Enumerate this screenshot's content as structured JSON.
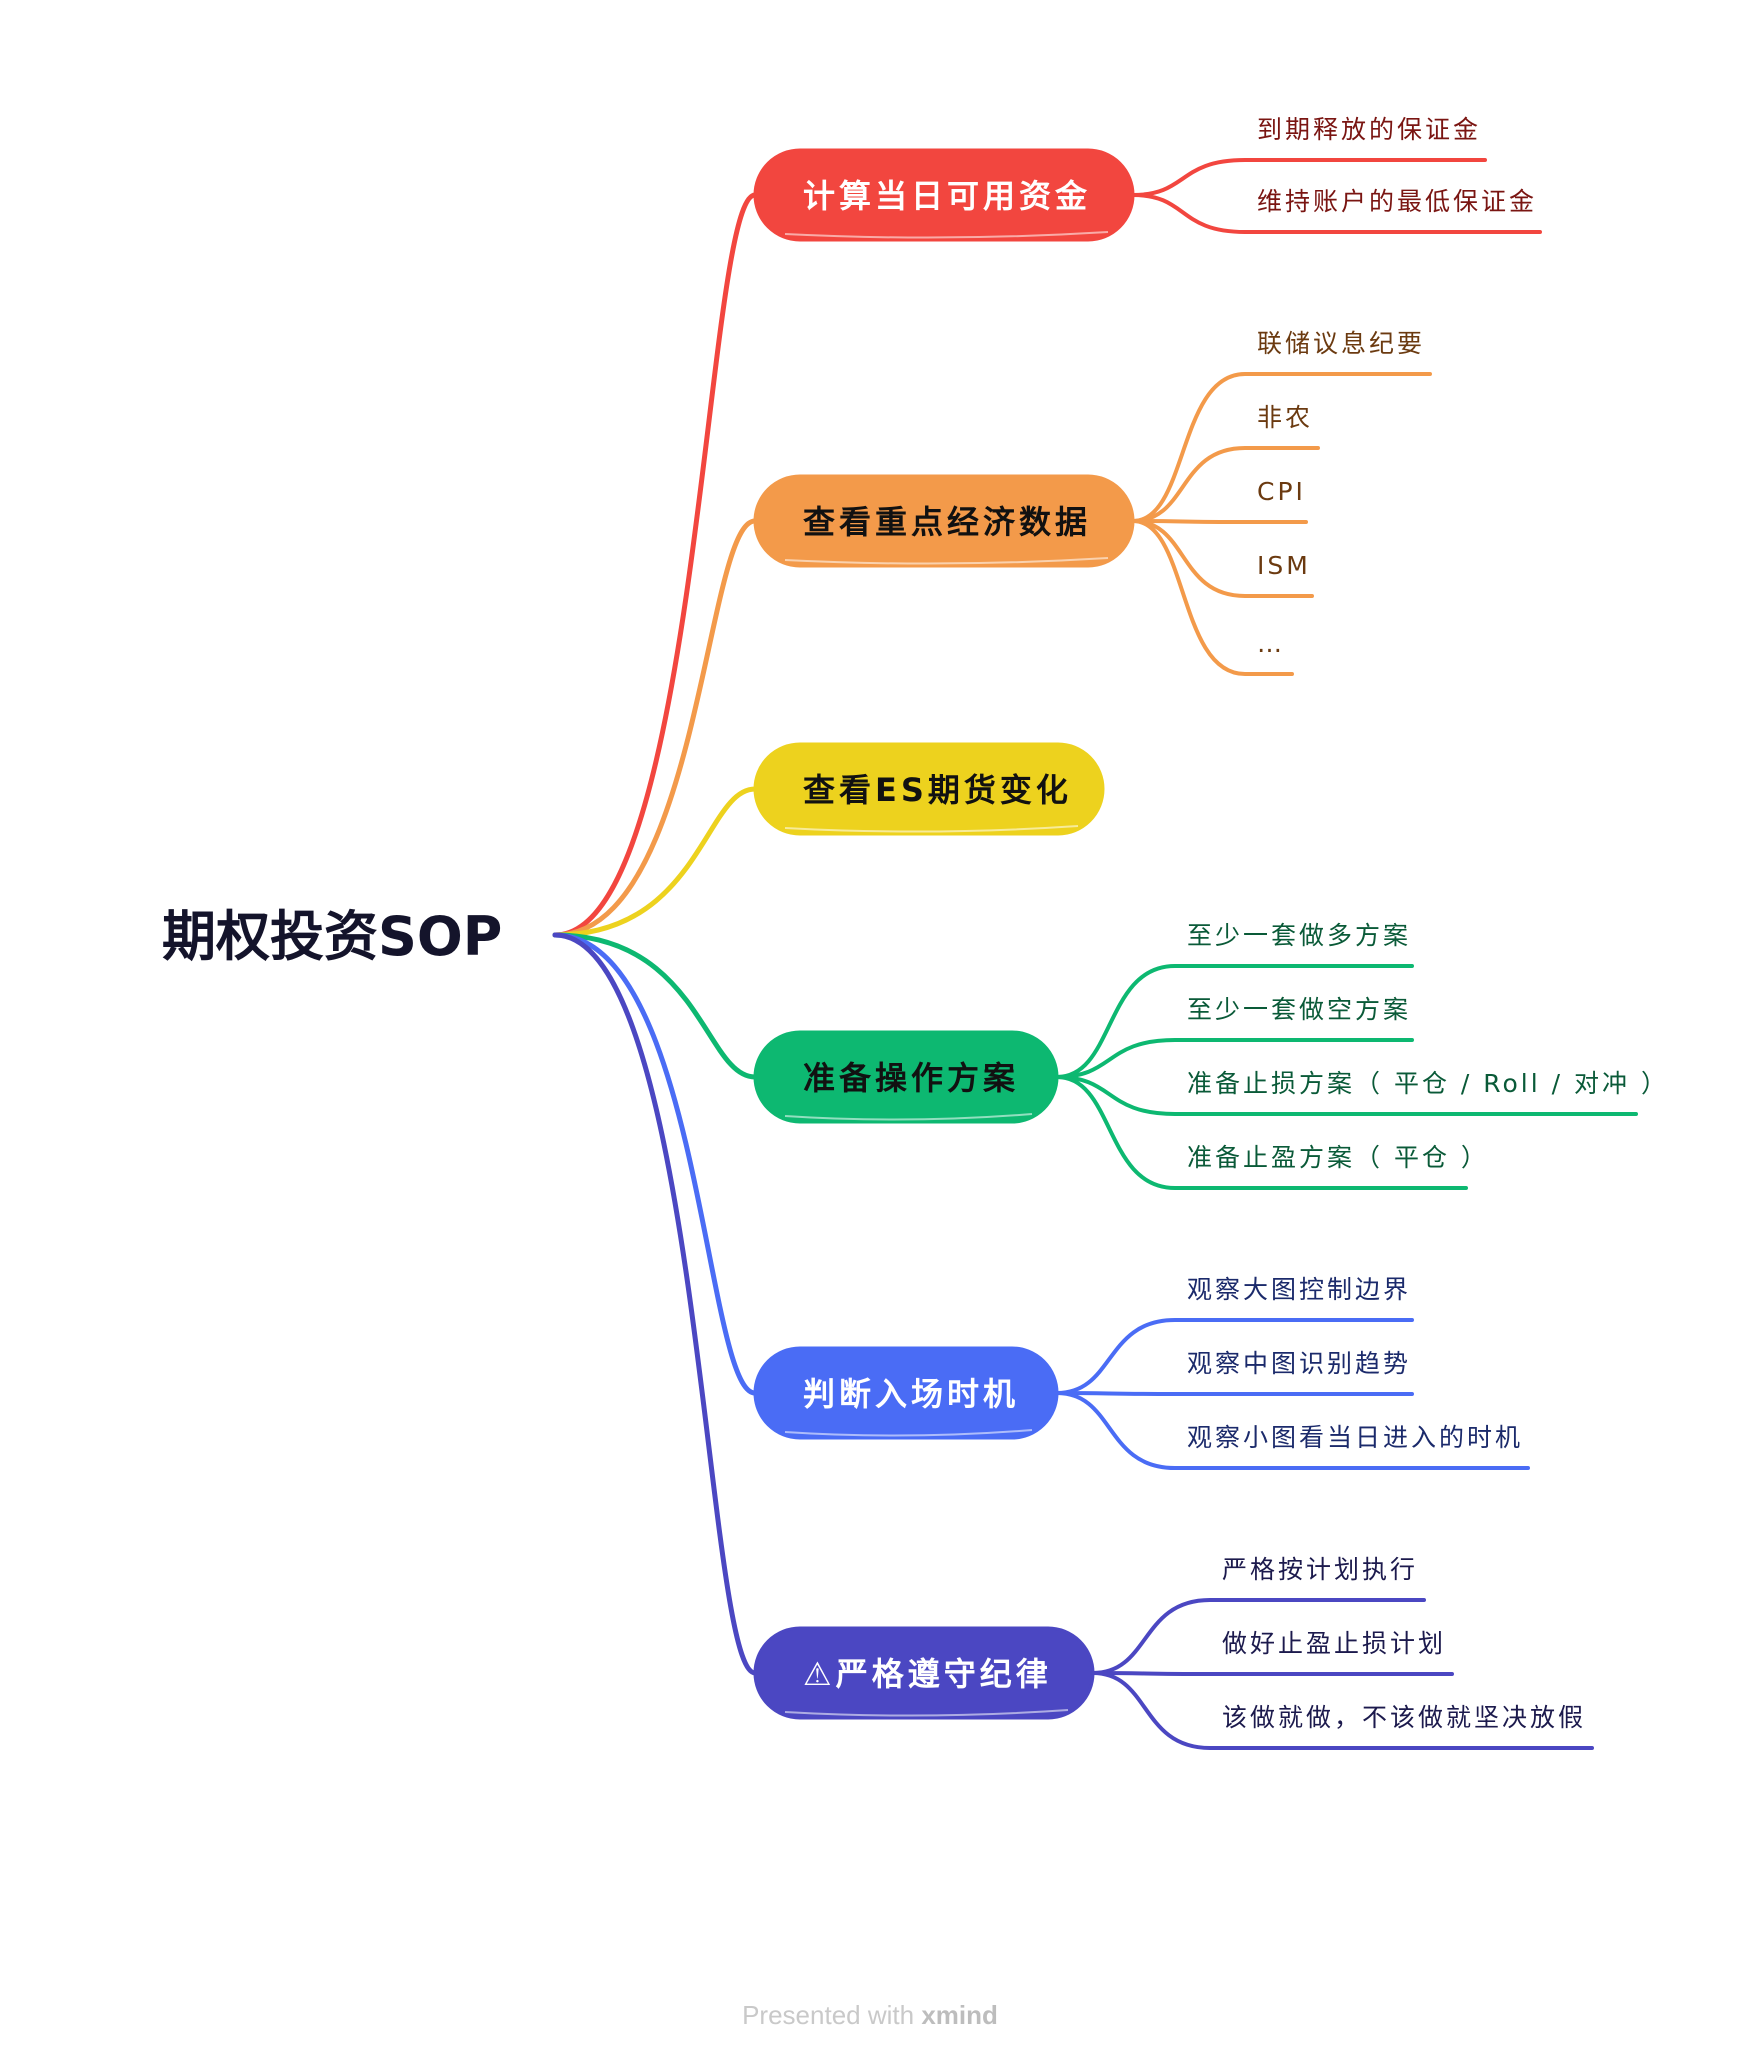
{
  "root": {
    "label": "期权投资SOP"
  },
  "branches": [
    {
      "id": "b1",
      "label": "计算当日可用资金",
      "color": "#F2463F",
      "text_color": "#ffffff",
      "sub_color": "#7a1512",
      "children": [
        "到期释放的保证金",
        "维持账户的最低保证金"
      ]
    },
    {
      "id": "b2",
      "label": "查看重点经济数据",
      "color": "#F39A4A",
      "text_color": "#111111",
      "sub_color": "#6b3a10",
      "children": [
        "联储议息纪要",
        "非农",
        "CPI",
        "ISM",
        "…"
      ]
    },
    {
      "id": "b3",
      "label": "查看ES期货变化",
      "color": "#EDD21E",
      "text_color": "#111111",
      "sub_color": "#5a4f00",
      "children": []
    },
    {
      "id": "b4",
      "label": "准备操作方案",
      "color": "#0DB871",
      "text_color": "#111111",
      "sub_color": "#0a5a38",
      "children": [
        "至少一套做多方案",
        "至少一套做空方案",
        "准备止损方案（ 平仓 / Roll / 对冲 ）",
        "准备止盈方案（ 平仓 ）"
      ]
    },
    {
      "id": "b5",
      "label": "判断入场时机",
      "color": "#4A6CF5",
      "text_color": "#ffffff",
      "sub_color": "#1b2a6b",
      "children": [
        "观察大图控制边界",
        "观察中图识别趋势",
        "观察小图看当日进入的时机"
      ]
    },
    {
      "id": "b6",
      "label": "⚠严格遵守纪律",
      "color": "#4B47C2",
      "text_color": "#ffffff",
      "sub_color": "#1c1a4d",
      "children": [
        "严格按计划执行",
        "做好止盈止损计划",
        "该做就做，不该做就坚决放假"
      ]
    }
  ],
  "footer": {
    "prefix": "Presented with ",
    "brand": "xmind"
  }
}
